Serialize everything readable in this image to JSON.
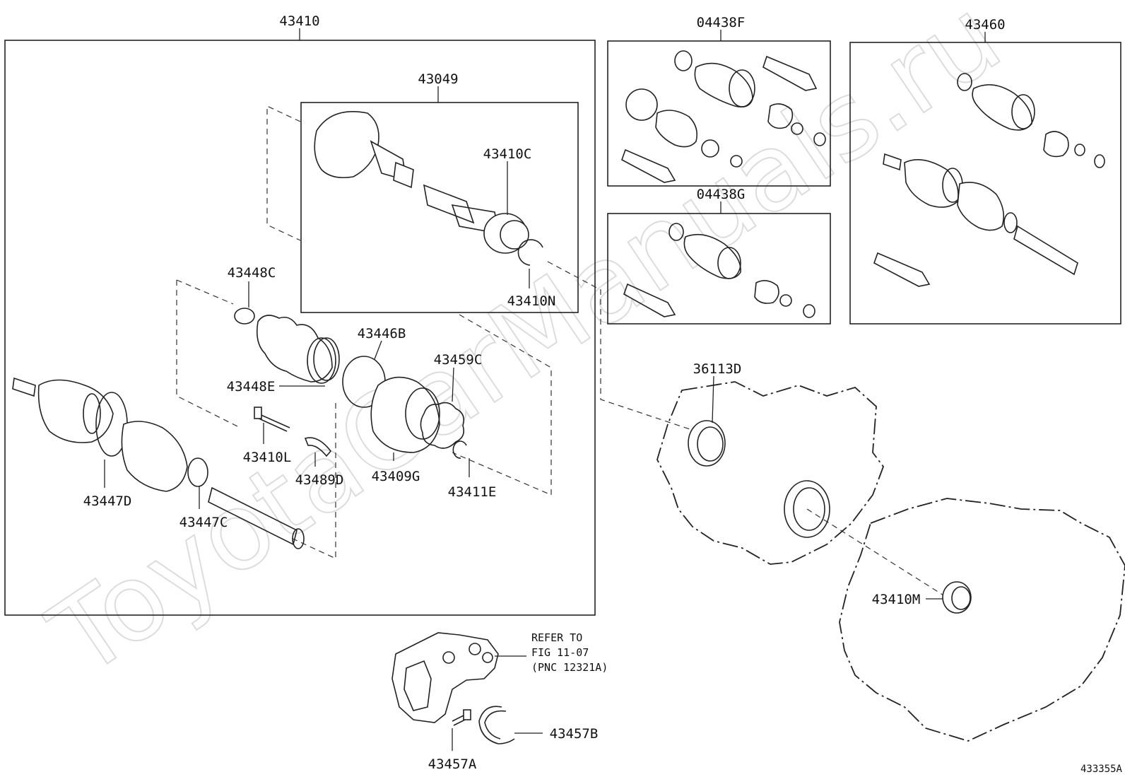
{
  "watermark": "ToyotaCarManuals.ru",
  "diagram_code": "433355A",
  "groups": {
    "drive_shaft_assembly": "43410",
    "outboard_joint": "43049",
    "boot_kit_outboard": "04438F",
    "boot_kit_inboard": "04438G",
    "drive_shaft_rh": "43460"
  },
  "parts": {
    "p43410C": "43410C",
    "p43410N": "43410N",
    "p43448C": "43448C",
    "p43446B": "43446B",
    "p43459C": "43459C",
    "p43448E": "43448E",
    "p43410L": "43410L",
    "p43489D": "43489D",
    "p43409G": "43409G",
    "p43411E": "43411E",
    "p43447D": "43447D",
    "p43447C": "43447C",
    "p36113D": "36113D",
    "p43410M": "43410M",
    "p43457A": "43457A",
    "p43457B": "43457B"
  },
  "reference_note": {
    "line1": "REFER TO",
    "line2": "FIG 11-07",
    "line3": "(PNC 12321A)"
  }
}
